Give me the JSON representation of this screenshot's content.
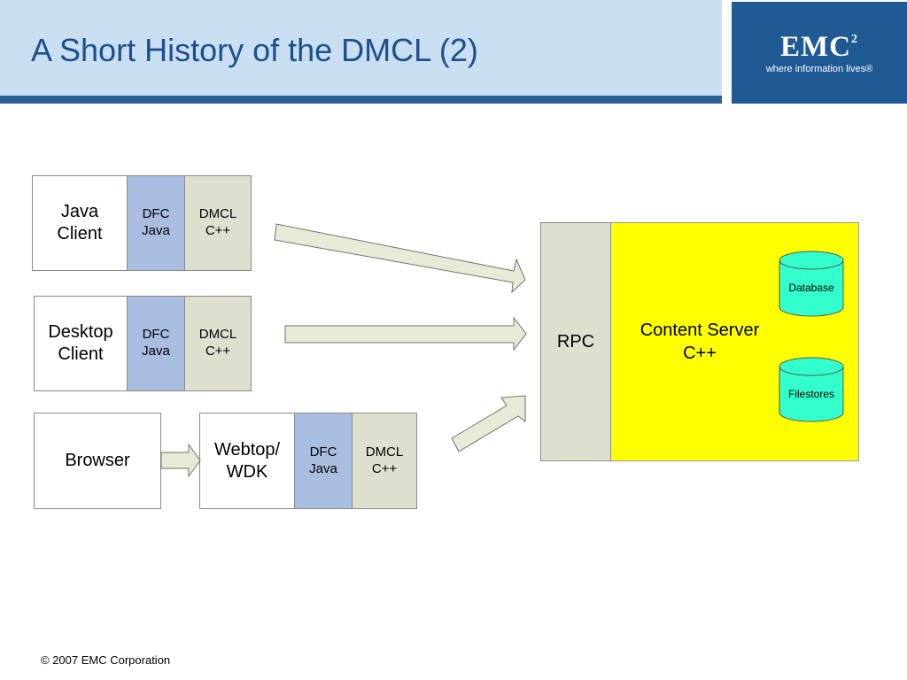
{
  "slide": {
    "title": "A Short History of the DMCL (2)",
    "footer": "© 2007 EMC Corporation"
  },
  "logo": {
    "brand": "EMC",
    "superscript": "2",
    "tagline": "where information lives®"
  },
  "java_client": {
    "app": "Java\nClient",
    "dfc": "DFC\nJava",
    "dmcl": "DMCL\nC++"
  },
  "desktop_client": {
    "app": "Desktop\nClient",
    "dfc": "DFC\nJava",
    "dmcl": "DMCL\nC++"
  },
  "browser": {
    "label": "Browser"
  },
  "webtop": {
    "app": "Webtop/\nWDK",
    "dfc": "DFC\nJava",
    "dmcl": "DMCL\nC++"
  },
  "server": {
    "rpc": "RPC",
    "label": "Content Server\nC++",
    "database": "Database",
    "filestores": "Filestores"
  },
  "colors": {
    "title": "#1d4f8e",
    "header_band": "#c9dff1",
    "header_rule": "#2d5f94",
    "dfc_box": "#a9bde0",
    "dmcl_box": "#dfdfcf",
    "server": "#ffff00",
    "cylinder": "#33ffcc",
    "arrow_fill": "#e6ebd8"
  }
}
